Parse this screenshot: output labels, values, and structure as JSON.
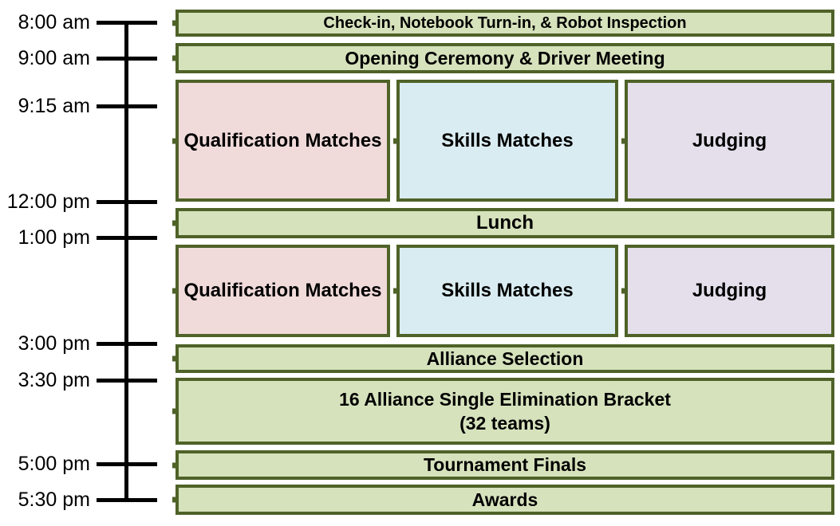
{
  "diagram": {
    "description": "Competition day event schedule timeline",
    "colors": {
      "bar_fill": "#d6e2bc",
      "border": "#4f6228",
      "qualification_fill": "#f0dada",
      "skills_fill": "#d9ecf2",
      "judging_fill": "#e4dfeb",
      "axis": "#000000",
      "text": "#000000",
      "background": "#ffffff"
    }
  },
  "rows": [
    {
      "time": "8:00 am",
      "type": "bar",
      "label": "Check-in, Notebook Turn-in, & Robot Inspection"
    },
    {
      "time": "9:00 am",
      "type": "bar",
      "label": "Opening Ceremony & Driver Meeting"
    },
    {
      "time": "9:15 am",
      "type": "columns",
      "items": [
        "Qualification Matches",
        "Skills Matches",
        "Judging"
      ]
    },
    {
      "time": "12:00 pm",
      "type": "bar",
      "label": "Lunch"
    },
    {
      "time": "1:00 pm",
      "type": "columns",
      "items": [
        "Qualification Matches",
        "Skills Matches",
        "Judging"
      ]
    },
    {
      "time": "3:00 pm",
      "type": "bar",
      "label": "Alliance Selection"
    },
    {
      "time": "3:30 pm",
      "type": "bar",
      "label": "16 Alliance Single Elimination Bracket",
      "label2": "(32 teams)"
    },
    {
      "time": "5:00 pm",
      "type": "bar",
      "label": "Tournament Finals"
    },
    {
      "time": "5:30  pm",
      "type": "bar",
      "label": "Awards"
    }
  ]
}
